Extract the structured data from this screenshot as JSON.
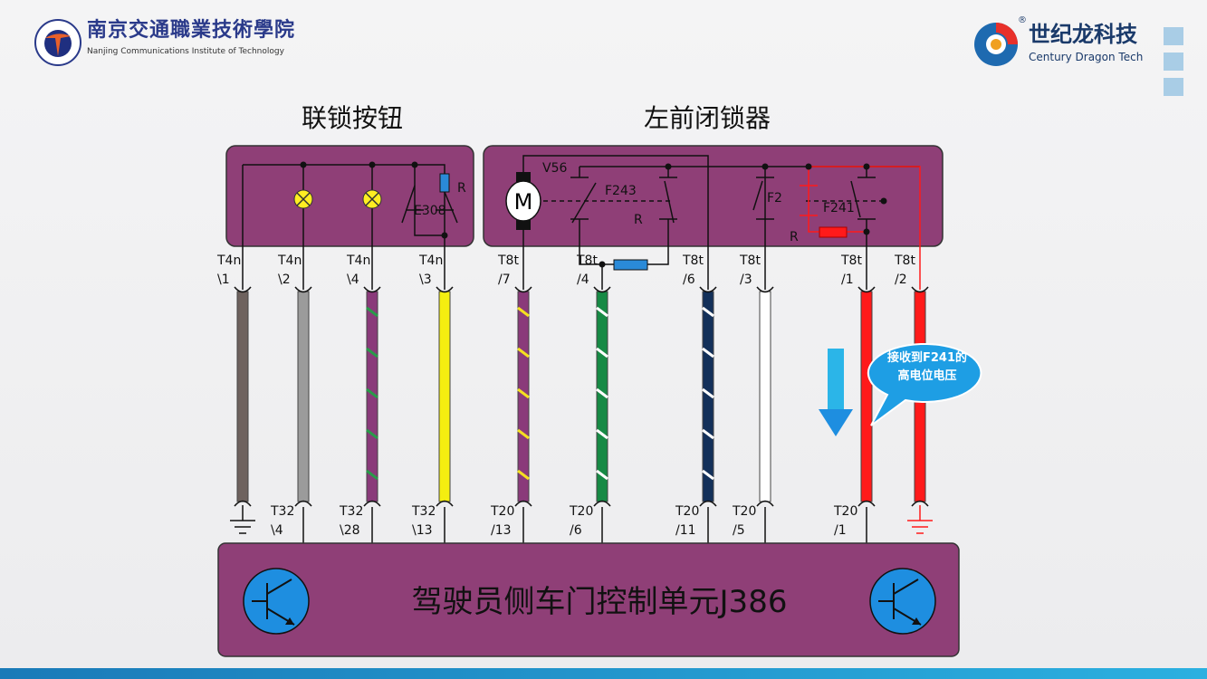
{
  "header": {
    "school_name_cn": "南京交通職業技術學院",
    "school_name_en": "Nanjing Communications Institute of Technology",
    "brand_cn": "世纪龙科技",
    "brand_en": "Century Dragon Tech",
    "brand_mark": "®"
  },
  "diagram": {
    "left_title": "联锁按钮",
    "right_title": "左前闭锁器",
    "control_unit": "驾驶员侧车门控制单元J386",
    "components": {
      "e308": "E308",
      "r": "R",
      "motor": "M",
      "v56": "V56",
      "f243": "F243",
      "f2": "F2",
      "f241": "F241"
    },
    "colors": {
      "panel": "#8f3f77",
      "red": "#ff1a1a",
      "blue_res": "#2a8ad8",
      "transistor": "#1e8ee0",
      "lamp": "#ffee22"
    },
    "wires": [
      {
        "top": "T4n",
        "top_pin": "\\1",
        "bottom": "",
        "bottom_pin": "",
        "color": "#6e625e",
        "stripe": null
      },
      {
        "top": "T4n",
        "top_pin": "\\2",
        "bottom": "T32",
        "bottom_pin": "\\4",
        "color": "#9b9b9b",
        "stripe": null
      },
      {
        "top": "T4n",
        "top_pin": "\\4",
        "bottom": "T32",
        "bottom_pin": "\\28",
        "color": "#8a3a7a",
        "stripe": "#2a9a4a"
      },
      {
        "top": "T4n",
        "top_pin": "\\3",
        "bottom": "T32",
        "bottom_pin": "\\13",
        "color": "#f4ee10",
        "stripe": null
      },
      {
        "top": "T8t",
        "top_pin": "/7",
        "bottom": "T20",
        "bottom_pin": "/13",
        "color": "#8a3a7a",
        "stripe": "#f4e020"
      },
      {
        "top": "T8t",
        "top_pin": "/4",
        "bottom": "T20",
        "bottom_pin": "/6",
        "color": "#178a45",
        "stripe": "#ffffff"
      },
      {
        "top": "T8t",
        "top_pin": "/6",
        "bottom": "T20",
        "bottom_pin": "/11",
        "color": "#13305a",
        "stripe": "#ffffff"
      },
      {
        "top": "T8t",
        "top_pin": "/3",
        "bottom": "T20",
        "bottom_pin": "/5",
        "color": "#ffffff",
        "stripe": null
      },
      {
        "top": "T8t",
        "top_pin": "/1",
        "bottom": "T20",
        "bottom_pin": "/1",
        "color": "#ff1a1a",
        "stripe": null
      },
      {
        "top": "T8t",
        "top_pin": "/2",
        "bottom": "",
        "bottom_pin": "",
        "color": "#ff1a1a",
        "stripe": null
      }
    ],
    "callout": {
      "line1": "接收到F241的",
      "line2": "高电位电压"
    }
  }
}
